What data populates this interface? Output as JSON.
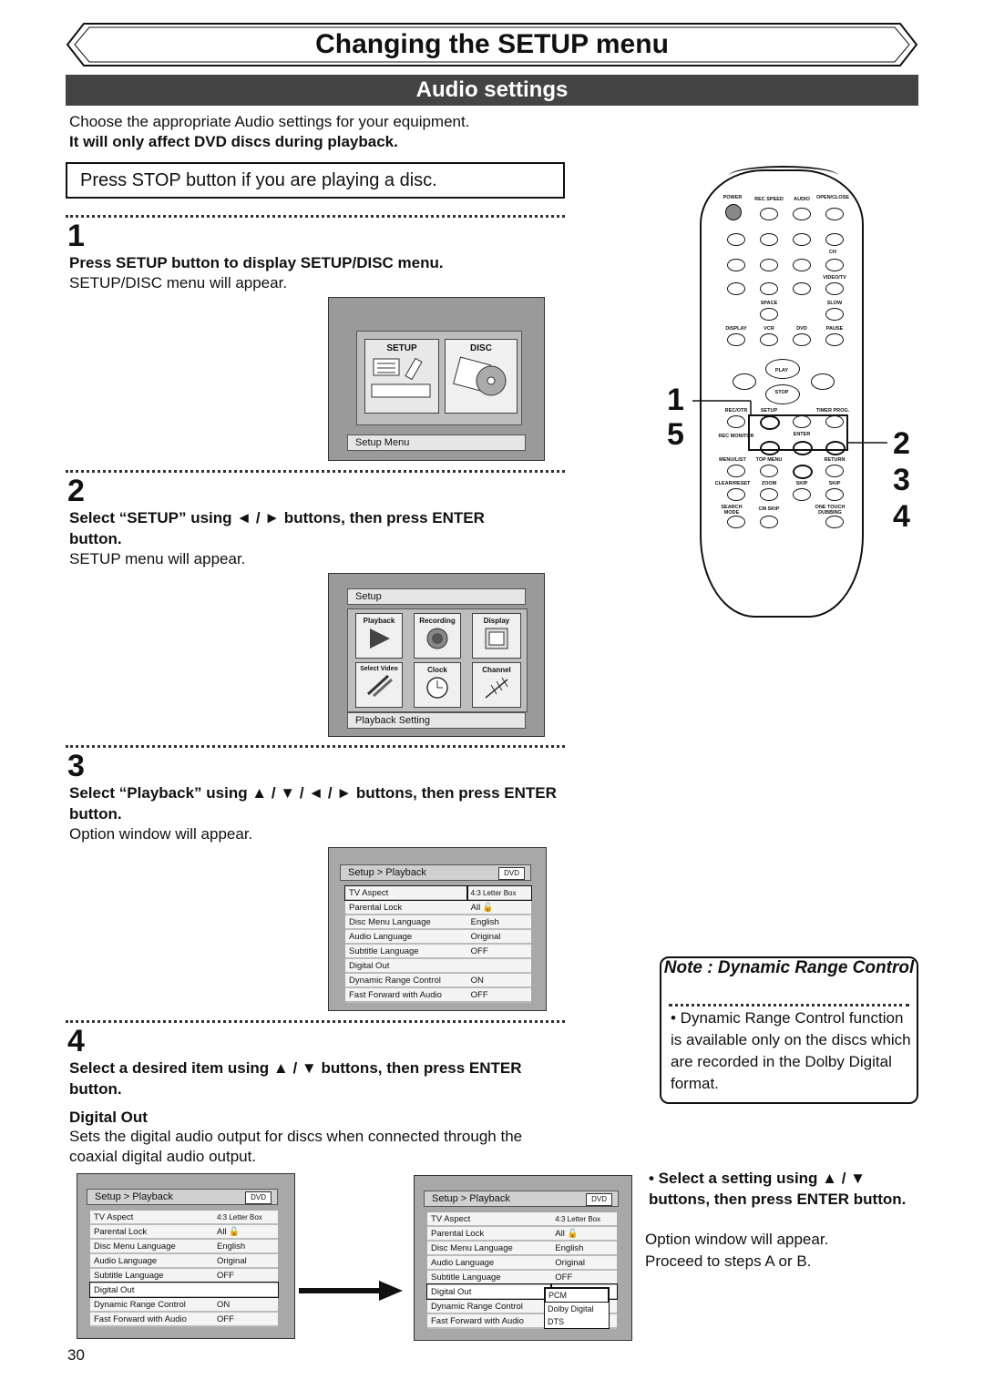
{
  "header": {
    "title": "Changing the SETUP menu",
    "section": "Audio settings"
  },
  "intro": {
    "line1": "Choose the appropriate Audio settings for your equipment.",
    "line2": "It will only affect DVD discs during playback."
  },
  "stop_box": "Press STOP button if you are playing a disc.",
  "steps": [
    {
      "num": "1",
      "instruction": "Press SETUP button to display SETUP/DISC menu.",
      "result": "SETUP/DISC menu will appear."
    },
    {
      "num": "2",
      "instruction": "Select “SETUP” using ◄ / ► buttons, then press ENTER button.",
      "result": "SETUP menu will appear."
    },
    {
      "num": "3",
      "instruction": "Select “Playback” using ▲ / ▼ / ◄ / ► buttons, then press ENTER button.",
      "result": "Option window will appear."
    },
    {
      "num": "4",
      "instruction": "Select a desired item using ▲ / ▼ buttons, then press ENTER button.",
      "subhead": "Digital Out",
      "result": "Sets the digital audio output for discs when connected through the coaxial digital audio output."
    }
  ],
  "screen1": {
    "tile_setup": "SETUP",
    "tile_disc": "DISC",
    "caption": "Setup Menu"
  },
  "screen2": {
    "title": "Setup",
    "tiles": [
      "Playback",
      "Recording",
      "Display",
      "Select Video",
      "Clock",
      "Channel"
    ],
    "caption": "Playback Setting"
  },
  "playback_menu": {
    "title": "Setup > Playback",
    "badge": "DVD",
    "rows": [
      {
        "label": "TV Aspect",
        "value": "4:3 Letter Box"
      },
      {
        "label": "Parental Lock",
        "value": "All"
      },
      {
        "label": "Disc Menu Language",
        "value": "English"
      },
      {
        "label": "Audio Language",
        "value": "Original"
      },
      {
        "label": "Subtitle Language",
        "value": "OFF"
      },
      {
        "label": "Digital Out",
        "value": ""
      },
      {
        "label": "Dynamic Range Control",
        "value": "ON"
      },
      {
        "label": "Fast Forward with Audio",
        "value": "OFF"
      }
    ],
    "popup_options": [
      "PCM",
      "Dolby Digital",
      "DTS"
    ]
  },
  "note": {
    "title": "Note : Dynamic Range Control",
    "body": "• Dynamic Range Control function is available only on the discs which are recorded in the Dolby Digital format."
  },
  "bullet": {
    "instruction": "• Select a setting using ▲ / ▼ buttons, then press ENTER button.",
    "line1": "Option window will appear.",
    "line2": "Proceed to steps A or B."
  },
  "remote_callouts": {
    "left": [
      "1",
      "5"
    ],
    "right": [
      "2",
      "3",
      "4"
    ]
  },
  "remote_labels": {
    "power": "POWER",
    "rec_speed": "REC SPEED",
    "audio": "AUDIO",
    "open_close": "OPEN/CLOSE",
    "setup": "SETUP",
    "rec_otr": "REC/OTR",
    "timer_prog": "TIMER PROG.",
    "enter": "ENTER",
    "play": "PLAY",
    "stop": "STOP",
    "return": "RETURN",
    "top_menu": "TOP MENU",
    "menu_list": "MENU/LIST",
    "skip": "SKIP",
    "zoom": "ZOOM",
    "clear_reset": "CLEAR/RESET",
    "cm_skip": "CM SKIP",
    "dubbing": "ONE TOUCH DUBBING",
    "display": "DISPLAY",
    "vcr": "VCR",
    "dvd": "DVD",
    "pause": "PAUSE",
    "slow": "SLOW",
    "space": "SPACE",
    "video_tv": "VIDEO/TV",
    "ch": "CH",
    "rec_monitor": "REC MONITOR",
    "search_mode": "SEARCH MODE"
  },
  "page_number": "30"
}
